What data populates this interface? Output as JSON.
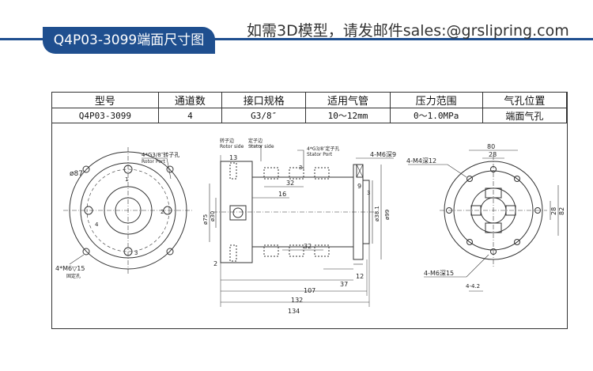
{
  "header": {
    "badge": "Q4P03-3099端面尺寸图",
    "contact": "如需3D模型，请发邮件sales:@grslipring.com"
  },
  "table": {
    "headers": [
      "型号",
      "通道数",
      "接口规格",
      "适用气管",
      "压力范围",
      "气孔位置"
    ],
    "row": [
      "Q4P03-3099",
      "4",
      "G3/8″",
      "10～12mm",
      "0～1.0MPa",
      "端面气孔"
    ]
  },
  "drawing": {
    "left_view": {
      "dia": "ø87",
      "port_note": "4*G3/8″转子孔",
      "port_note_en": "Rotor Port",
      "fix_note": "4*M6▽15",
      "fix_note_sub": "固定孔",
      "nums": [
        "1",
        "2",
        "3",
        "4"
      ]
    },
    "middle_view": {
      "rotor_side": "转子边",
      "rotor_side_en": "Rotor side",
      "stator_side": "定子边",
      "stator_side_en": "Stator side",
      "stator_port": "4*G3/8″定子孔",
      "stator_port_en": "Stator Port",
      "m6": "4-M6深9",
      "dims": [
        "13",
        "3",
        "32",
        "16",
        "9",
        "3",
        "2",
        "32",
        "12",
        "37",
        "107",
        "132",
        "134",
        "ø38.1",
        "ø99",
        "ø75",
        "ø30"
      ]
    },
    "right_view": {
      "m4": "4-M4深12",
      "m6": "4-M6深15",
      "dims": [
        "80",
        "28",
        "28",
        "82",
        "4-4.2"
      ]
    }
  }
}
